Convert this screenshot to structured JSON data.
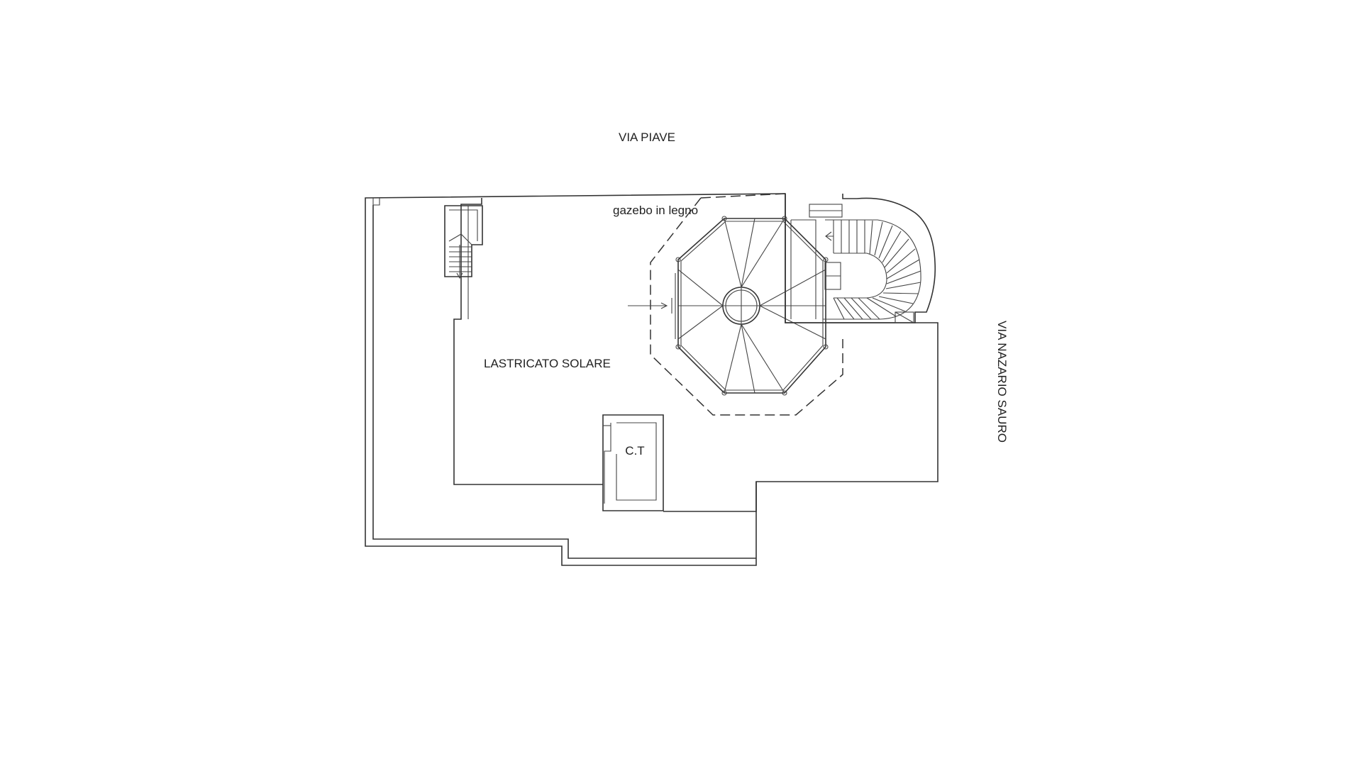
{
  "labels": {
    "street_north": "VIA PIAVE",
    "street_east": "VIA NAZARIO SAURO",
    "gazebo": "gazebo in legno",
    "terrace": "LASTRICATO SOLARE",
    "boiler_room": "C.T"
  },
  "colors": {
    "line": "#333333",
    "text": "#222222",
    "background": "#ffffff"
  }
}
